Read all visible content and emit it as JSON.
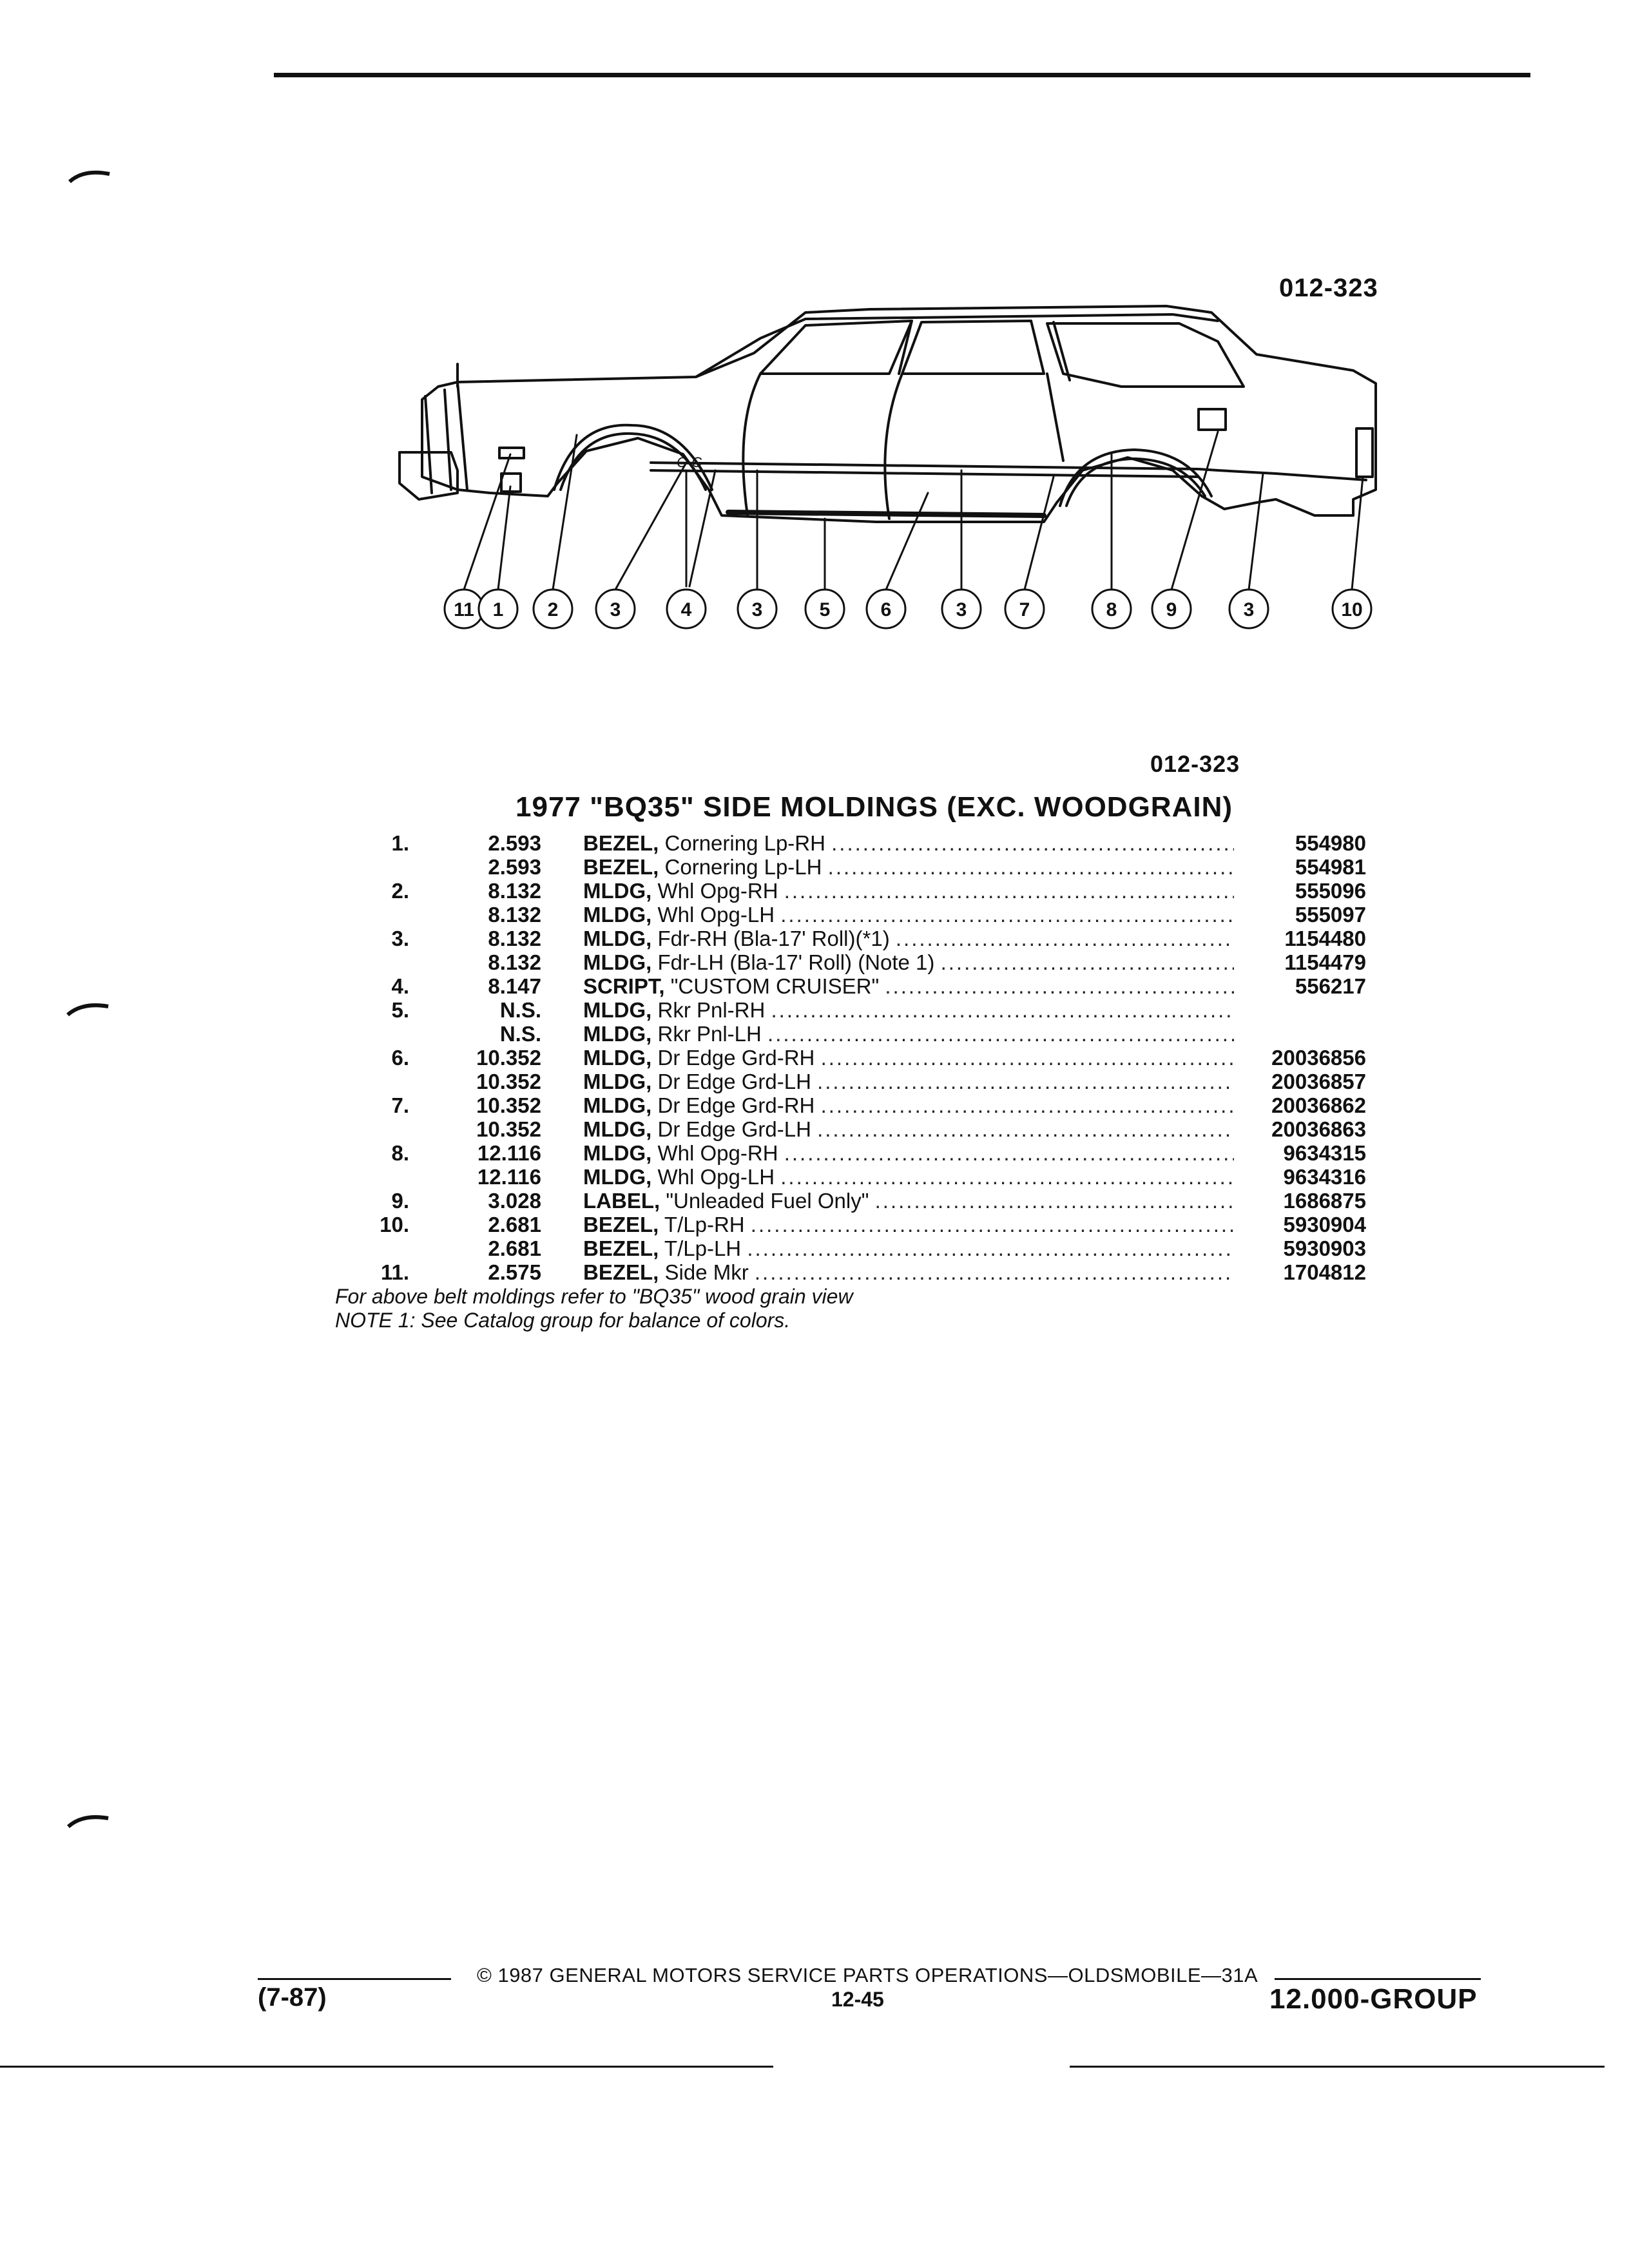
{
  "figure_code": "012-323",
  "callouts": [
    "11",
    "1",
    "2",
    "3",
    "4",
    "3",
    "5",
    "6",
    "3",
    "7",
    "8",
    "9",
    "3",
    "10"
  ],
  "car_script": "C·C",
  "table": {
    "code": "012-323",
    "title": "1977 \"BQ35\" SIDE MOLDINGS (EXC. WOODGRAIN)",
    "rows": [
      {
        "item": "1.",
        "group": "2.593",
        "name": "BEZEL,",
        "desc": "Cornering Lp-RH",
        "part": "554980"
      },
      {
        "item": "",
        "group": "2.593",
        "name": "BEZEL,",
        "desc": "Cornering Lp-LH",
        "part": "554981"
      },
      {
        "item": "2.",
        "group": "8.132",
        "name": "MLDG,",
        "desc": "Whl Opg-RH",
        "part": "555096"
      },
      {
        "item": "",
        "group": "8.132",
        "name": "MLDG,",
        "desc": "Whl Opg-LH",
        "part": "555097"
      },
      {
        "item": "3.",
        "group": "8.132",
        "name": "MLDG,",
        "desc": "Fdr-RH (Bla-17' Roll)(*1)",
        "part": "1154480"
      },
      {
        "item": "",
        "group": "8.132",
        "name": "MLDG,",
        "desc": "Fdr-LH (Bla-17' Roll) (Note 1)",
        "part": "1154479"
      },
      {
        "item": "4.",
        "group": "8.147",
        "name": "SCRIPT,",
        "desc": "\"CUSTOM CRUISER\"",
        "part": "556217"
      },
      {
        "item": "5.",
        "group": "N.S.",
        "name": "MLDG,",
        "desc": "Rkr Pnl-RH",
        "part": ""
      },
      {
        "item": "",
        "group": "N.S.",
        "name": "MLDG,",
        "desc": "Rkr Pnl-LH",
        "part": ""
      },
      {
        "item": "6.",
        "group": "10.352",
        "name": "MLDG,",
        "desc": "Dr Edge Grd-RH",
        "part": "20036856"
      },
      {
        "item": "",
        "group": "10.352",
        "name": "MLDG,",
        "desc": "Dr Edge Grd-LH",
        "part": "20036857"
      },
      {
        "item": "7.",
        "group": "10.352",
        "name": "MLDG,",
        "desc": "Dr Edge Grd-RH",
        "part": "20036862"
      },
      {
        "item": "",
        "group": "10.352",
        "name": "MLDG,",
        "desc": "Dr Edge Grd-LH",
        "part": "20036863"
      },
      {
        "item": "8.",
        "group": "12.116",
        "name": "MLDG,",
        "desc": "Whl Opg-RH",
        "part": "9634315"
      },
      {
        "item": "",
        "group": "12.116",
        "name": "MLDG,",
        "desc": "Whl Opg-LH",
        "part": "9634316"
      },
      {
        "item": "9.",
        "group": "3.028",
        "name": "LABEL,",
        "desc": "\"Unleaded Fuel Only\"",
        "part": "1686875"
      },
      {
        "item": "10.",
        "group": "2.681",
        "name": "BEZEL,",
        "desc": "T/Lp-RH",
        "part": "5930904"
      },
      {
        "item": "",
        "group": "2.681",
        "name": "BEZEL,",
        "desc": "T/Lp-LH",
        "part": "5930903"
      },
      {
        "item": "11.",
        "group": "2.575",
        "name": "BEZEL,",
        "desc": "Side Mkr",
        "part": "1704812"
      }
    ],
    "notes": [
      "For above belt moldings refer to \"BQ35\" wood grain view",
      "NOTE 1: See Catalog group for balance of colors."
    ]
  },
  "footer": {
    "copyright": "© 1987 GENERAL MOTORS SERVICE PARTS OPERATIONS—OLDSMOBILE—31A",
    "date_code": "(7-87)",
    "page": "12-45",
    "group": "12.000-GROUP"
  }
}
